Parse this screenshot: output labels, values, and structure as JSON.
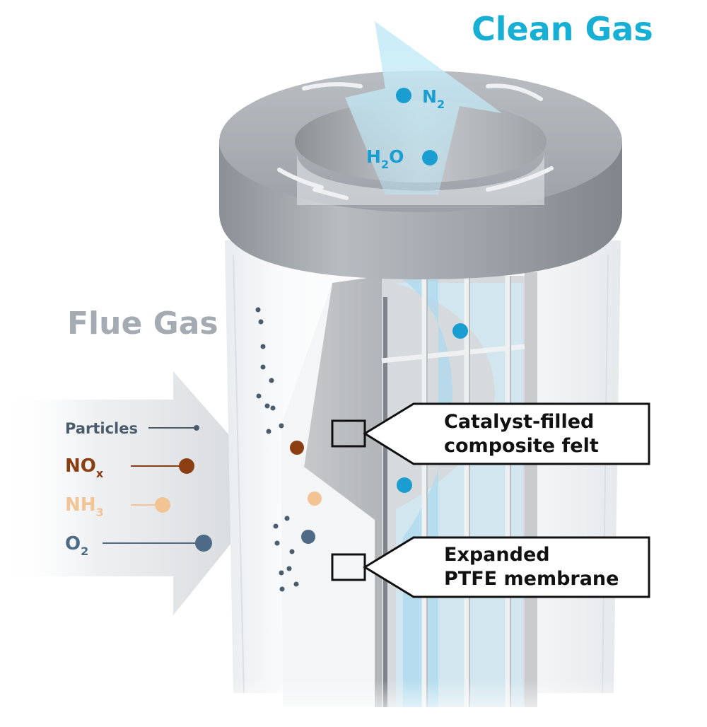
{
  "titles": {
    "clean_gas": "Clean Gas",
    "flue_gas": "Flue Gas"
  },
  "gases": {
    "particles": "Particles",
    "nox": {
      "main": "NO",
      "sub": "x"
    },
    "nh3": {
      "main": "NH",
      "sub": "3"
    },
    "o2": {
      "main": "O",
      "sub": "2"
    },
    "n2": {
      "main": "N",
      "sub": "2"
    },
    "h2o": {
      "main": "H",
      "sub": "2",
      "tail": "O"
    }
  },
  "callouts": {
    "catalyst": {
      "line1": "Catalyst-filled",
      "line2": "composite felt"
    },
    "ptfe": {
      "line1": "Expanded",
      "line2": "PTFE membrane"
    }
  },
  "colors": {
    "clean_gas": "#17afd3",
    "flue_gas": "#a4abb2",
    "nox": "#8b3e12",
    "nh3": "#f2c393",
    "o2": "#4d6b86",
    "particles": "#4a5b6b",
    "molecule_blue": "#1a9dd0"
  }
}
